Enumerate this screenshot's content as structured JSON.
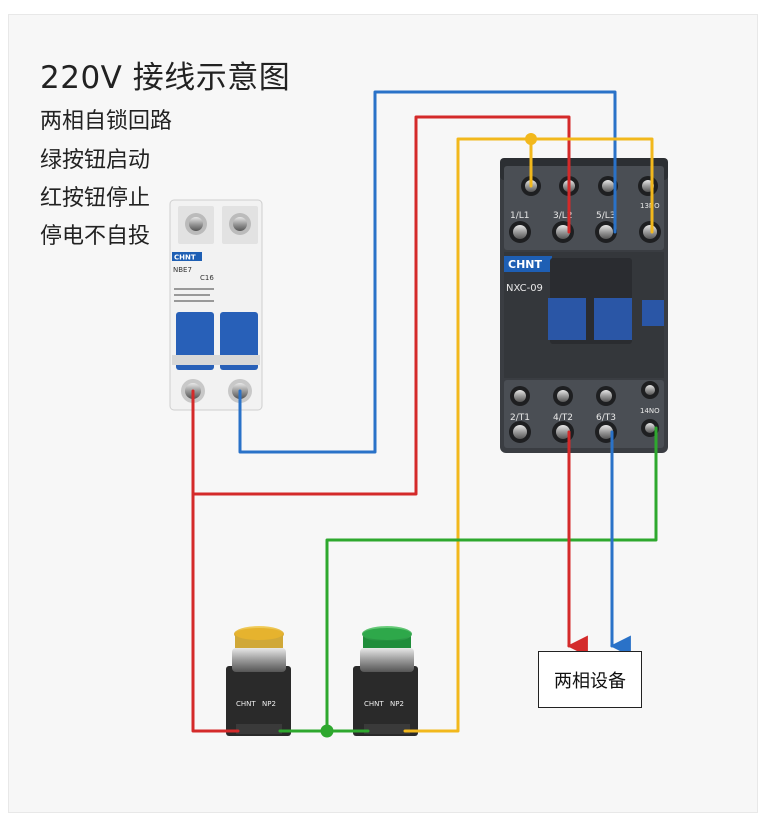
{
  "diagram": {
    "title": "220V 接线示意图",
    "features": [
      "两相自锁回路",
      "绿按钮启动",
      "红按钮停止",
      "停电不自投"
    ],
    "device_label": "两相设备"
  },
  "breaker": {
    "brand": "CHNT",
    "model": "NBE7",
    "rating": "C16"
  },
  "contactor": {
    "brand": "CHNT",
    "model": "NXC-09",
    "top_terminals": [
      "1/L1",
      "3/L2",
      "5/L3",
      "13NO"
    ],
    "bottom_terminals": [
      "2/T1",
      "4/T2",
      "6/T3",
      "14NO"
    ]
  },
  "buttons": {
    "brand": "CHNT",
    "model": "NP2",
    "colors": {
      "stop_cap": "#d9a21a",
      "start_cap": "#2ea84a"
    }
  },
  "wire_colors": {
    "red": "#d42a2a",
    "blue": "#2a72c8",
    "yellow": "#f2b81c",
    "green": "#2ea82e"
  }
}
